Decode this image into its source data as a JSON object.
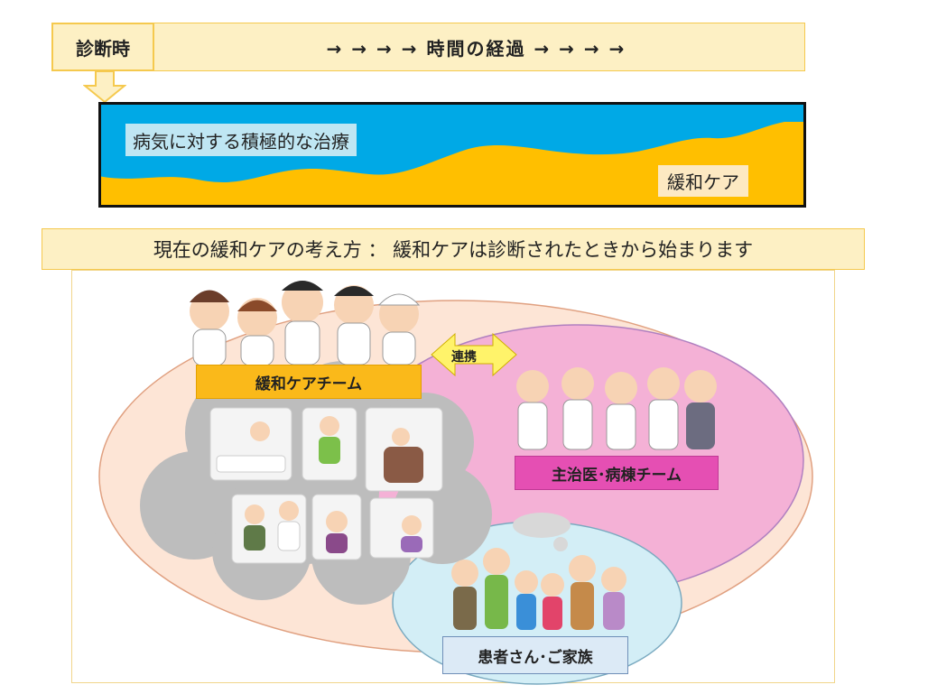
{
  "timeline": {
    "start_label": "診断時",
    "flow_text": "→ → → →  時間の経過  → → → →"
  },
  "care_graph": {
    "treatment_label": "病気に対する積極的な治療",
    "palliative_label": "緩和ケア",
    "colors": {
      "treatment": "#00a9e6",
      "palliative": "#ffbf00"
    }
  },
  "concept": {
    "text": "現在の緩和ケアの考え方 ： 緩和ケアは診断されたときから始まります"
  },
  "teams": {
    "palliative_team": "緩和ケアチーム",
    "ward_team": "主治医･病棟チーム",
    "patient_family": "患者さん･ご家族",
    "link_label": "連携"
  },
  "colors": {
    "outer_ellipse": "#fde5d6",
    "ward_ellipse": "#f4b1d6",
    "family_ellipse": "#d3eef6",
    "cloud": "#bdbdbd"
  }
}
